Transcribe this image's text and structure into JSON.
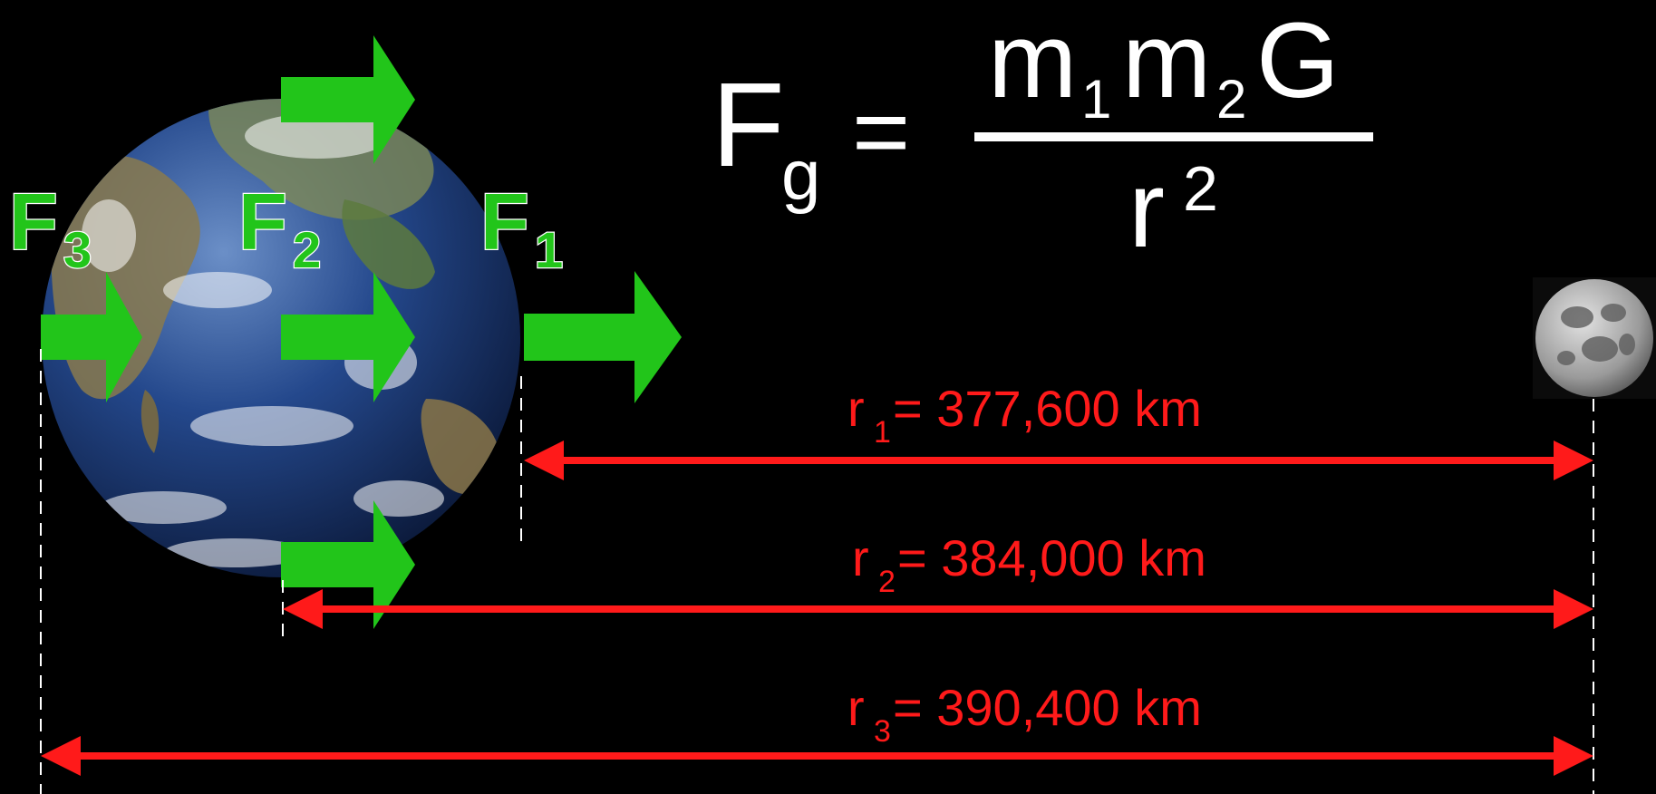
{
  "formula": {
    "lhs": "F",
    "lhs_sub": "g",
    "equals": "=",
    "num_m": "m",
    "num_sub1": "1",
    "num_sub2": "2",
    "num_G": "G",
    "den_r": "r",
    "den_exp": "2"
  },
  "forces": [
    {
      "label": "F",
      "sub": "1"
    },
    {
      "label": "F",
      "sub": "2"
    },
    {
      "label": "F",
      "sub": "3"
    }
  ],
  "distances": [
    {
      "label": "r",
      "sub": "1",
      "value": "= 377,600 km"
    },
    {
      "label": "r",
      "sub": "2",
      "value": "= 384,000 km"
    },
    {
      "label": "r",
      "sub": "3",
      "value": "= 390,400 km"
    }
  ],
  "colors": {
    "background": "#000000",
    "arrow_green": "#22c51a",
    "distance_red": "#ff1a1a",
    "formula_white": "#ffffff",
    "earth_ocean": "#1f3f7a",
    "moon_gray": "#a8a8a8"
  },
  "icons": {
    "earth": "earth-globe-icon",
    "moon": "moon-icon"
  }
}
